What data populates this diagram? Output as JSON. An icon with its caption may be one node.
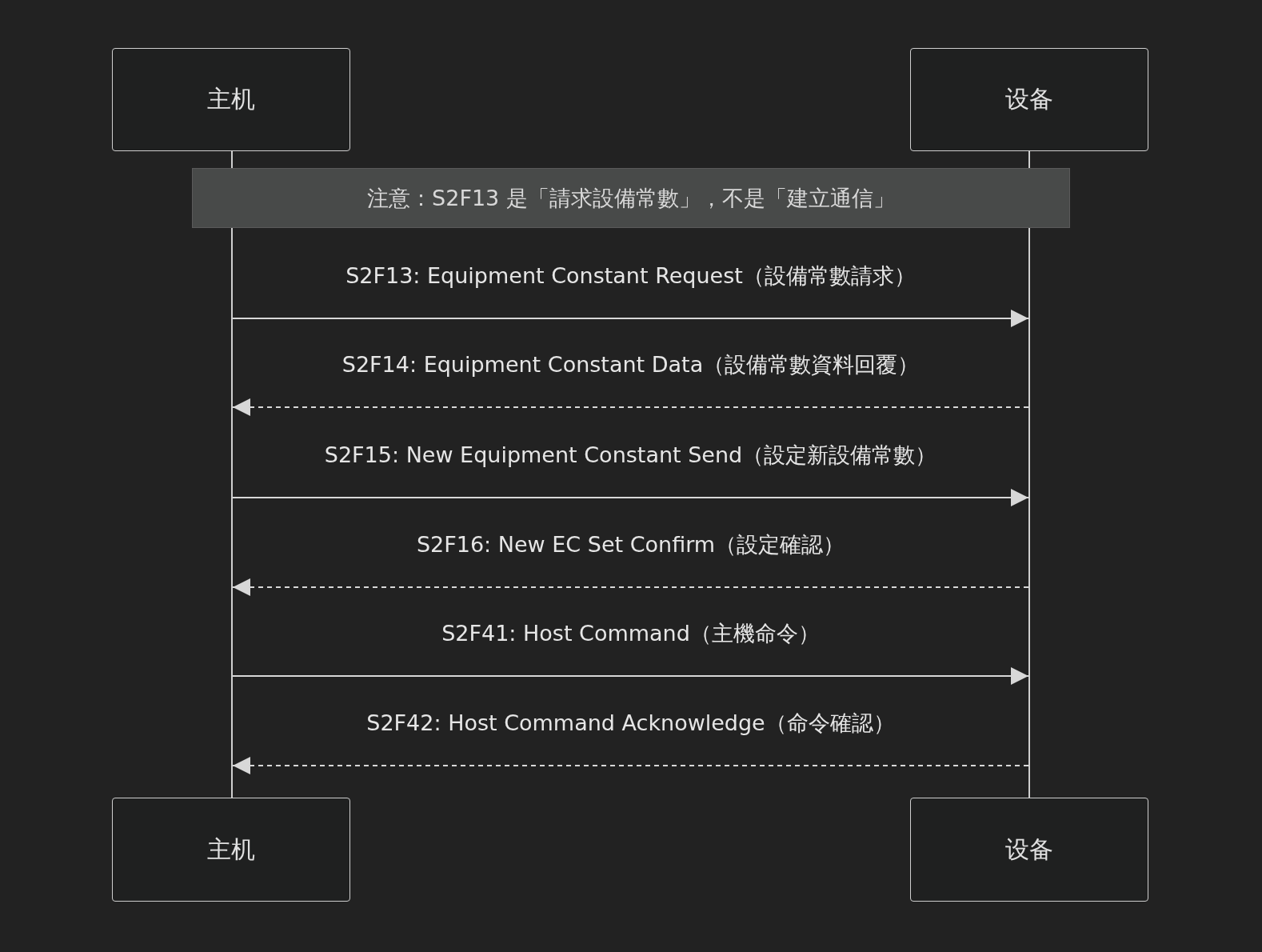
{
  "diagram": {
    "nodes": [
      {
        "text": [
          "主机"
        ]
      },
      {
        "text": [
          "设备"
        ]
      },
      {
        "text": [],
        "shape": "bar"
      },
      {
        "text": [],
        "shape": "bar"
      },
      {
        "text": [
          "主机"
        ]
      },
      {
        "text": [
          "设备"
        ]
      },
      {
        "text": [
          "注意：S2F13 是「請求設備常數」，不是「建立通信」"
        ]
      }
    ],
    "edges": [
      {
        "from": 2,
        "to": 3,
        "arrow": "to",
        "label": "S2F13: Equipment Constant Request（設備常數請求）"
      },
      {
        "from": 3,
        "to": 2,
        "arrow": "to",
        "style": "dashed",
        "label": "S2F14: Equipment Constant Data（設備常數資料回覆）"
      },
      {
        "from": 2,
        "to": 3,
        "arrow": "to",
        "label": "S2F15: New Equipment Constant Send（設定新設備常數）"
      },
      {
        "from": 3,
        "to": 2,
        "arrow": "to",
        "style": "dashed",
        "label": "S2F16: New EC Set Confirm（設定確認）"
      },
      {
        "from": 2,
        "to": 3,
        "arrow": "to",
        "label": "S2F41: Host Command（主機命令）"
      },
      {
        "from": 3,
        "to": 2,
        "arrow": "to",
        "style": "dashed",
        "label": "S2F42: Host Command Acknowledge（命令確認）"
      }
    ]
  }
}
